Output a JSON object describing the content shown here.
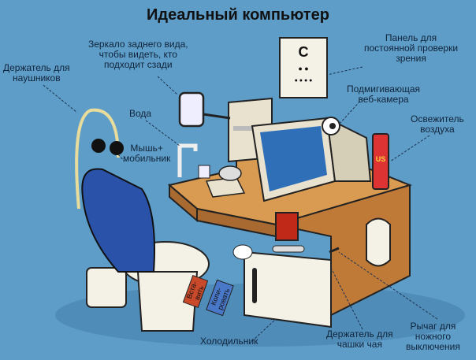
{
  "title": "Идеальный компьютер",
  "labels": {
    "headphone_holder": [
      "Держатель для",
      "наушников"
    ],
    "mirror": [
      "Зеркало заднего вида,",
      "чтобы видеть, кто",
      "подходит сзади"
    ],
    "water": "Вода",
    "mouse_phone": [
      "Мышь+",
      "мобильник"
    ],
    "eye_chart": [
      "Панель для",
      "постоянной проверки",
      "зрения"
    ],
    "webcam": [
      "Подмигивающая",
      "веб-камера"
    ],
    "freshener": [
      "Освежитель",
      "воздуха"
    ],
    "fridge": "Холодильник",
    "cup_holder": [
      "Держатель для",
      "чашки чая"
    ],
    "foot_switch": [
      "Рычаг для",
      "ножного",
      "выключения"
    ]
  },
  "pedals": {
    "paste": [
      "Вста-",
      "вить"
    ],
    "copy": [
      "Копи-",
      "ровать"
    ]
  },
  "eye_chart_letters": [
    "C",
    "● ●",
    "● ● ● ●"
  ],
  "freshener_brand": "US",
  "colors": {
    "background": "#5e9dc8",
    "desk": "#c98a45",
    "screen": "#2f6fb8"
  }
}
